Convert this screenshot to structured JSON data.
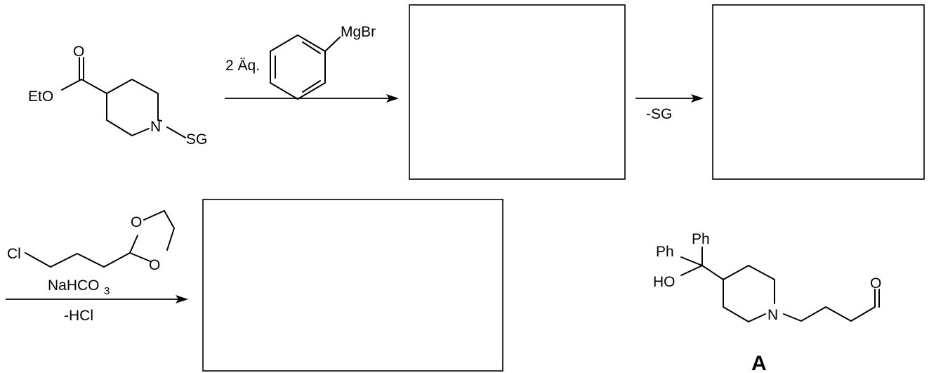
{
  "starting_material": {
    "carbonyl_o": "O",
    "ester_label": "EtO",
    "nitrogen": "N",
    "protecting_group": "SG"
  },
  "step1": {
    "equivalents": "2 Äq.",
    "grignard": "MgBr"
  },
  "step2": {
    "condition": "-SG"
  },
  "step3": {
    "chlorine": "Cl",
    "dioxolane_o1": "O",
    "dioxolane_o2": "O",
    "base": "NaHCO",
    "base_subscript": "3",
    "byproduct": "-HCl"
  },
  "product_a": {
    "phenyl_top": "Ph",
    "phenyl_left": "Ph",
    "hydroxyl": "HO",
    "nitrogen": "N",
    "aldehyde_o": "O",
    "label": "A"
  }
}
